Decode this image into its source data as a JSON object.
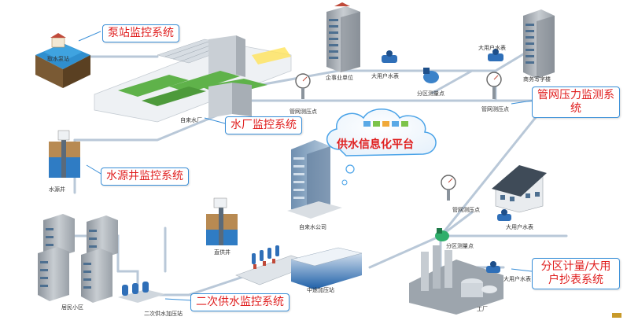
{
  "callouts": {
    "pump_station": "泵站监控系统",
    "water_plant": "水厂监控系统",
    "source_well": "水源井监控系统",
    "secondary_supply": "二次供水监控系统",
    "pipe_pressure": "管网压力监测系统",
    "district_metering": "分区计量/大用户抄表系统"
  },
  "platform": {
    "title": "供水信息化平台"
  },
  "labels": {
    "intake_pump_station": "取水泵站",
    "water_plant": "自来水厂",
    "source_well": "水源井",
    "enterprise": "企事业单位",
    "big_meter_1": "大用户水表",
    "big_meter_2": "大用户水表",
    "big_meter_3": "大用户水表",
    "big_meter_4": "大用户水表",
    "commercial_building": "商务写字楼",
    "district_point_1": "分区测量点",
    "district_point_2": "分区测量点",
    "pressure_point_1": "管网测压点",
    "pressure_point_2": "管网测压点",
    "pressure_point_3": "管网测压点",
    "water_company": "自来水公司",
    "deep_well": "直供井",
    "residential": "居民小区",
    "secondary_station": "二次供水加压站",
    "booster_station": "中途加压站",
    "factory": "工厂"
  },
  "colors": {
    "pipe": "#b9c8d8",
    "callout_border": "#3a8fd8",
    "callout_text": "#e02020",
    "grass": "#5fb24a",
    "water": "#2f8fcf",
    "cloud": "#ffffff"
  },
  "icons": [
    "gauge-icon",
    "flow-meter-icon",
    "water-meter-icon",
    "building-icon",
    "cloud-icon"
  ]
}
